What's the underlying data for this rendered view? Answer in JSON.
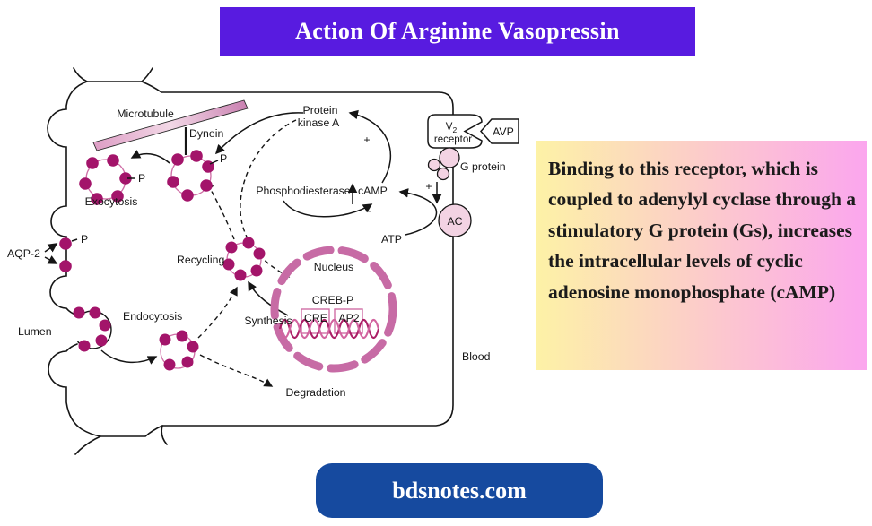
{
  "title_banner": {
    "text": "Action Of Arginine Vasopressin",
    "bg": "#581be0",
    "fg": "#ffffff"
  },
  "footer_banner": {
    "text": "bdsnotes.com",
    "bg": "#164a9f",
    "fg": "#ffffff"
  },
  "info_box": {
    "text": "Binding to this receptor, which is coupled to adenylyl cyclase through a stimulatory G protein (Gs), increases the intracellular levels of cyclic adenosine monophosphate (cAMP)",
    "bg_from": "#fdf2a6",
    "bg_to": "#fba6ee"
  },
  "diagram": {
    "labels": {
      "microtubule": "Microtubule",
      "dynein": "Dynein",
      "p": "P",
      "exocytosis": "Exocytosis",
      "aqp2": "AQP-2",
      "lumen": "Lumen",
      "endocytosis": "Endocytosis",
      "recycling": "Recycling",
      "synthesis": "Synthesis",
      "degradation": "Degradation",
      "nucleus": "Nucleus",
      "creb_p": "CREB-P",
      "cre": "CRE",
      "ap2": "AP2",
      "pk_line1": "Protein",
      "pk_line2": "kinase A",
      "phosphodiesterase": "Phosphodiesterase",
      "camp": "cAMP",
      "atp": "ATP",
      "v": "V",
      "v_sub": "2",
      "receptor": "receptor",
      "avp": "AVP",
      "g_protein": "G protein",
      "ac": "AC",
      "blood": "Blood",
      "plus": "+",
      "minus": "−"
    },
    "colors": {
      "vesicle_dot": "#a3146a",
      "vesicle_ring": "#cf6ea6",
      "nucleus_envelope": "#c76ba5",
      "membrane": "#151515",
      "organelle_fill": "#f3d3e3",
      "helix_dark": "#ab1f66",
      "helix_light": "#d2649f"
    }
  }
}
